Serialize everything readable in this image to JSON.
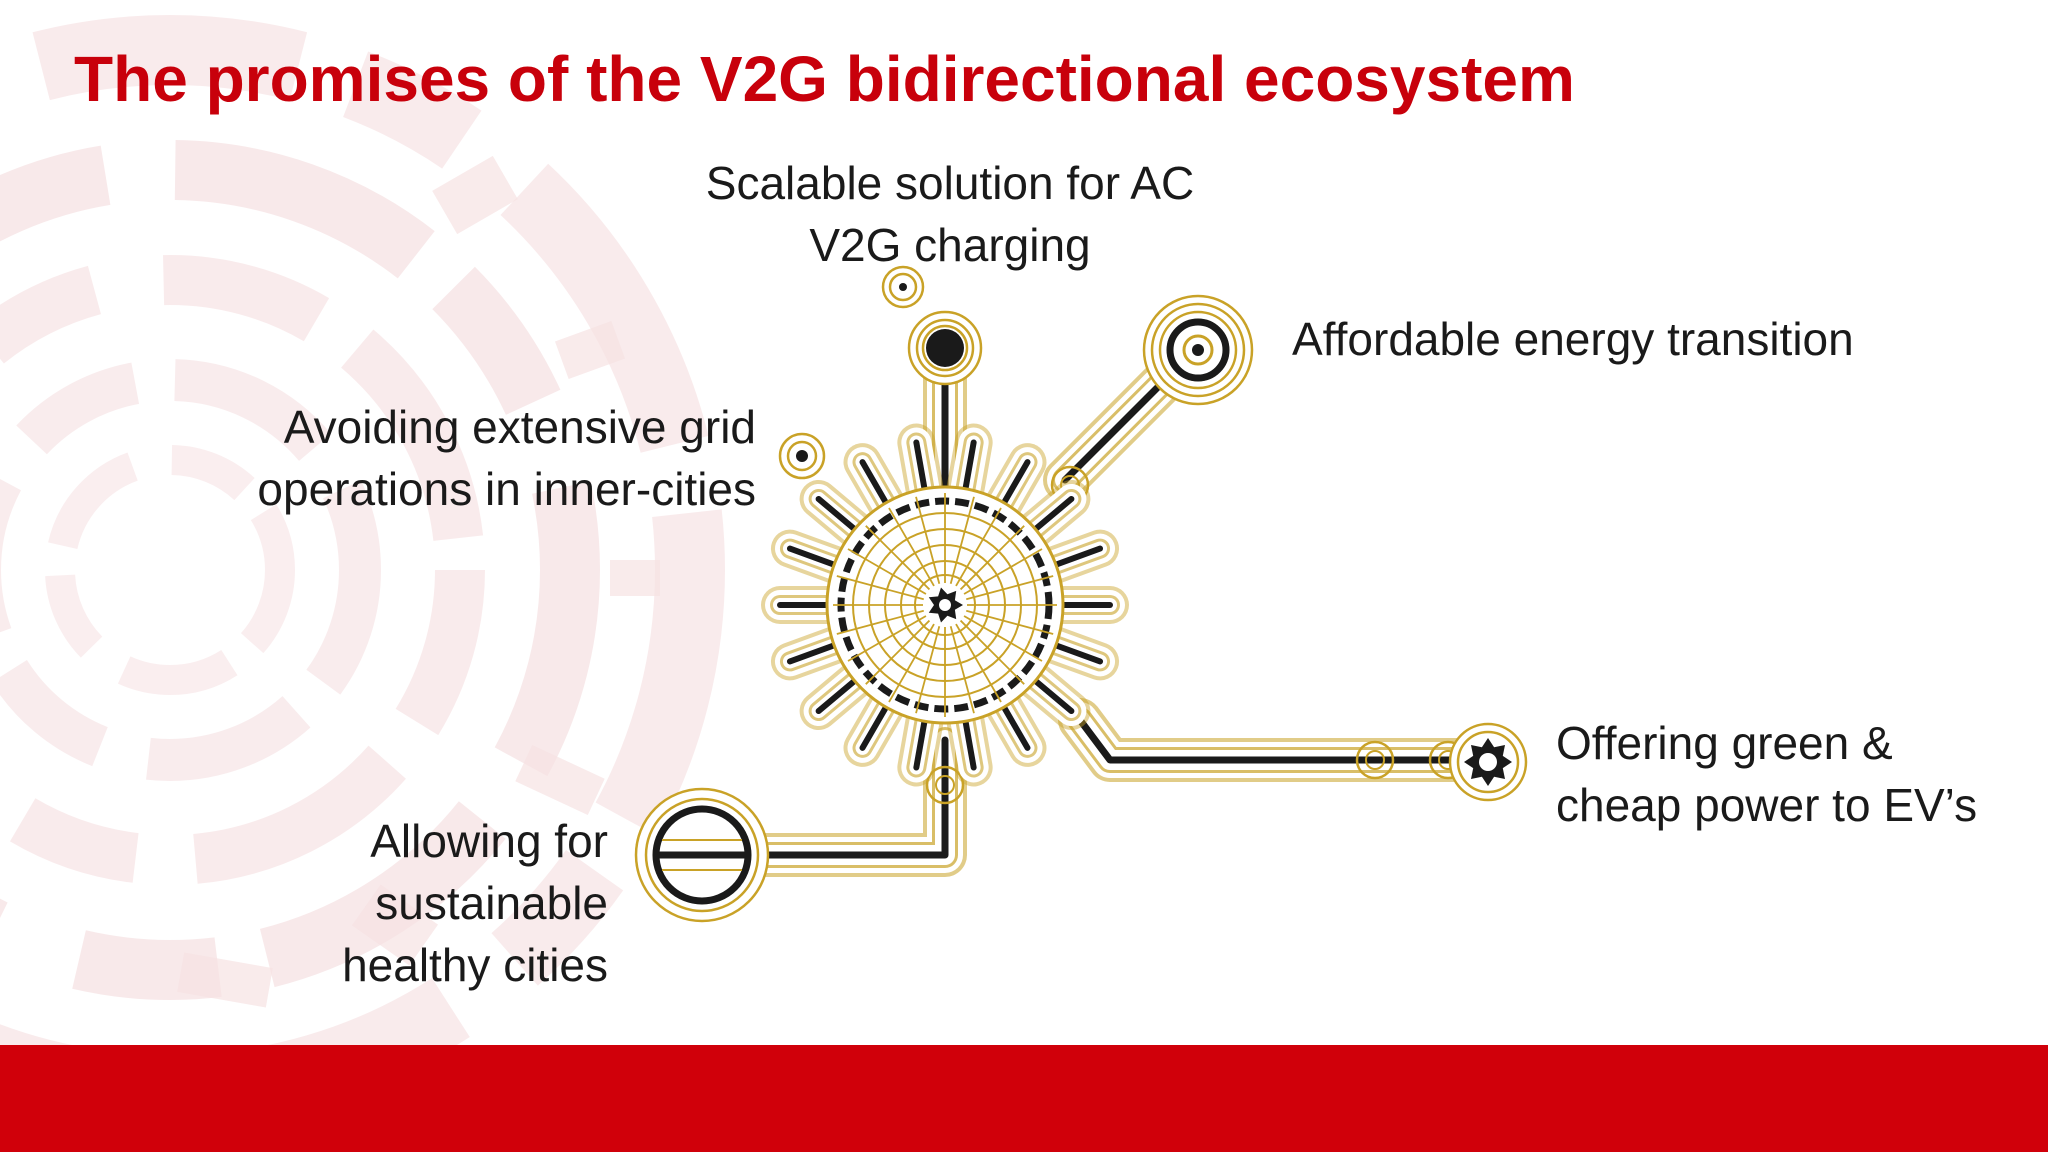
{
  "slide": {
    "title": "The promises of the V2G bidirectional ecosystem"
  },
  "benefits": {
    "top": {
      "line1": "Scalable solution for AC",
      "line2": "V2G charging"
    },
    "affordable": {
      "line1": "Affordable energy transition"
    },
    "avoiding": {
      "line1": "Avoiding extensive grid",
      "line2": "operations in inner-cities"
    },
    "allowing": {
      "line1": "Allowing for",
      "line2": "sustainable",
      "line3": "healthy cities"
    },
    "offering": {
      "line1": "Offering green &",
      "line2": "cheap power to EV’s"
    }
  },
  "colors": {
    "title_red": "#c8000b",
    "footer_red": "#d0000a",
    "diagram_gold": "#c9a227",
    "diagram_dark": "#1a1a1a",
    "watermark": "#f3d7d9"
  },
  "icons": {
    "hub": "central-gear-hub-icon",
    "nodes": [
      "circuit-node-icon",
      "gear-icon"
    ]
  }
}
